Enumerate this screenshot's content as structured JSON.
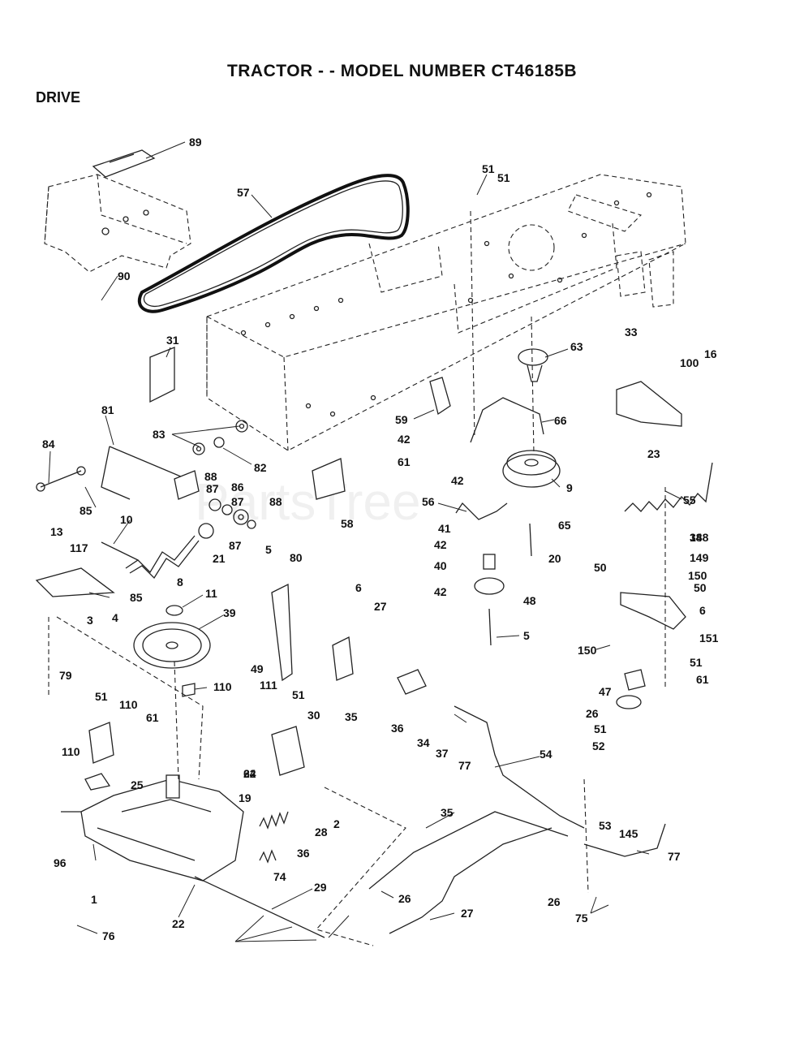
{
  "header": {
    "title": "TRACTOR - - MODEL NUMBER CT46185B",
    "section": "DRIVE"
  },
  "watermark": "PartsTree",
  "callouts": [
    "89",
    "57",
    "90",
    "31",
    "51",
    "51",
    "63",
    "33",
    "100",
    "16",
    "81",
    "83",
    "82",
    "84",
    "85",
    "88",
    "87",
    "86",
    "87",
    "88",
    "59",
    "42",
    "61",
    "42",
    "66",
    "9",
    "23",
    "56",
    "58",
    "55",
    "10",
    "21",
    "87",
    "65",
    "41",
    "42",
    "20",
    "13",
    "117",
    "8",
    "40",
    "148",
    "149",
    "150",
    "50",
    "50",
    "38",
    "42",
    "48",
    "6",
    "5",
    "80",
    "85",
    "4",
    "11",
    "3",
    "39",
    "5",
    "6",
    "27",
    "150",
    "151",
    "51",
    "61",
    "49",
    "47",
    "26",
    "51",
    "52",
    "79",
    "110",
    "111",
    "51",
    "51",
    "30",
    "110",
    "61",
    "62",
    "35",
    "36",
    "34",
    "37",
    "77",
    "54",
    "110",
    "25",
    "24",
    "19",
    "2",
    "28",
    "36",
    "35",
    "53",
    "145",
    "77",
    "96",
    "74",
    "1",
    "29",
    "22",
    "26",
    "27",
    "26",
    "75",
    "76"
  ]
}
